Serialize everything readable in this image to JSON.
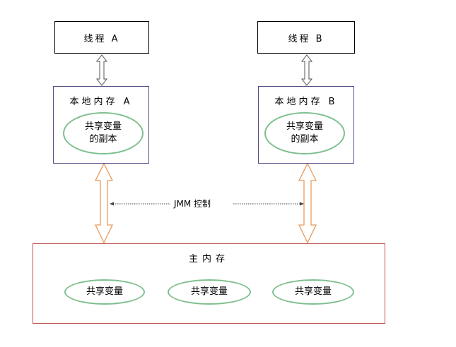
{
  "thread_a": {
    "label": "线程 A"
  },
  "thread_b": {
    "label": "线程 B"
  },
  "local_a": {
    "title": "本地内存 A",
    "copy_label": "共享变量\n的副本"
  },
  "local_b": {
    "title": "本地内存 B",
    "copy_label": "共享变量\n的副本"
  },
  "jmm_label": "JMM 控制",
  "main_memory": {
    "title": "主内存",
    "variables": [
      "共享变量",
      "共享变量",
      "共享变量"
    ]
  },
  "colors": {
    "thread_border": "#000000",
    "local_border": "#5a4a86",
    "ellipse_border": "#7fc08f",
    "main_border": "#c0504d",
    "orange_arrow": "#e99a5a"
  }
}
